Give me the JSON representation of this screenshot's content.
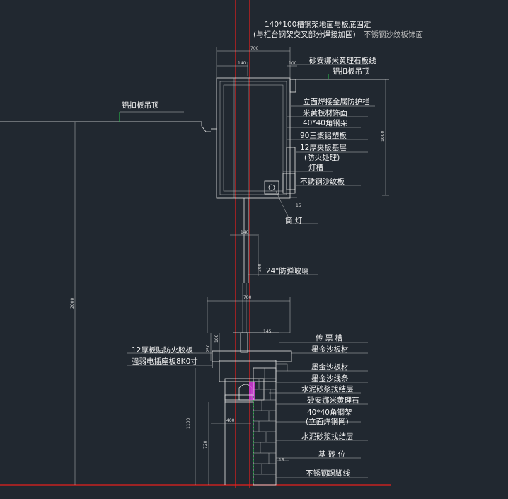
{
  "colors": {
    "background": "#212830",
    "lines": "#e6e6e6",
    "axis_red": "#e8201c",
    "ceiling_green": "#27c44a",
    "glass_magenta": "#d33ad8"
  },
  "labels": {
    "steel_frame_1": "140*100槽钢架地面与板底固定",
    "steel_frame_2": "(与柜台钢架交叉部分焊接加固)",
    "steel_frame_3": "不锈钢沙纹板饰面",
    "stone_line": "砂安娜米黄理石板线",
    "ceiling_right": "铝扣板吊顶",
    "ceiling_left": "铝扣板吊顶",
    "guardrail": "立面焊接金属防护栏",
    "stone_finish": "米黄板材饰面",
    "angle_steel_top": "40*40角钢架",
    "triple_board": "90三聚铝塑板",
    "plywood": "12厚夹板基层",
    "fireproof": "(防火处理)",
    "light_trough": "灯槽",
    "stainless_bottom": "不锈钢沙纹板",
    "down_light": "筒  灯",
    "glass": "24\"防弹玻璃",
    "ticket_slot": "传 票 槽",
    "black_gold_1": "墨金沙板材",
    "plywood_fire": "12厚板贴防火胶板",
    "socket": "强弱电插座板8K0寸",
    "black_gold_2": "墨金沙板材",
    "black_gold_line": "墨金沙线条",
    "mortar_1": "水泥砂浆找结层",
    "beige_stone": "砂安娜米黄理石",
    "angle_steel_mid_1": "40*40角钢架",
    "angle_steel_mid_2": "(立面焊钢网)",
    "mortar_2": "水泥砂浆找结层",
    "base_brick": "基 砖 位",
    "skirting": "不锈钢踢脚线"
  },
  "dimensions": {
    "top_width": "700",
    "top_140": "140",
    "top_right_small": "100",
    "right_height": "1000",
    "left_height": "2000",
    "mid_140": "140",
    "glass_height": "300",
    "counter_width": "700",
    "counter_right": "145",
    "counter_left_100": "100",
    "counter_left_250": "250",
    "counter_400": "400",
    "counter_1100": "1100",
    "counter_720": "720",
    "ref_15a": "15",
    "ref_15b": "15"
  }
}
